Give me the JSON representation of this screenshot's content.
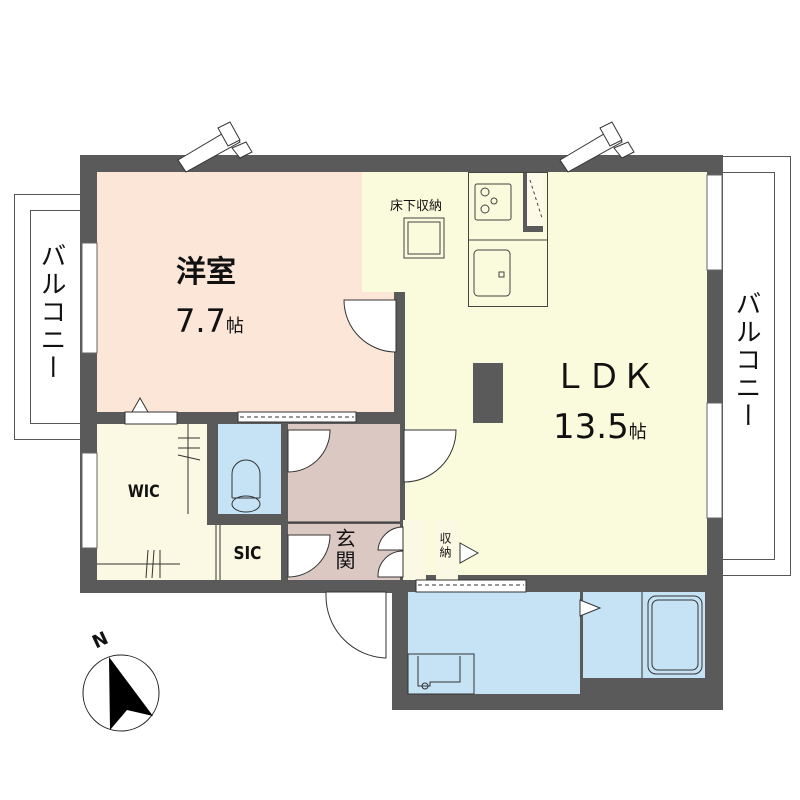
{
  "floor_plan": {
    "layout": "1LDK",
    "rooms": [
      {
        "id": "western",
        "name": "洋室",
        "area": "7.7",
        "unit": "帖",
        "color": "#fbe6d8"
      },
      {
        "id": "ldk",
        "name": "ＬＤＫ",
        "area": "13.5",
        "unit": "帖",
        "color": "#fafadc"
      },
      {
        "id": "wic",
        "name": "WIC"
      },
      {
        "id": "sic",
        "name": "SIC"
      },
      {
        "id": "entrance",
        "name": "玄関"
      },
      {
        "id": "storage",
        "name": "収納"
      },
      {
        "id": "underfloor",
        "name": "床下収納"
      }
    ],
    "balconies": [
      {
        "id": "balcony-west",
        "name": "バルコニー"
      },
      {
        "id": "balcony-east",
        "name": "バルコニー"
      }
    ],
    "compass": {
      "label": "N"
    },
    "colors": {
      "wall": "#5a5a5a",
      "wet_area": "#c6e3f6",
      "hall": "#dcc8c2",
      "storage": "#fbf8e3"
    }
  }
}
